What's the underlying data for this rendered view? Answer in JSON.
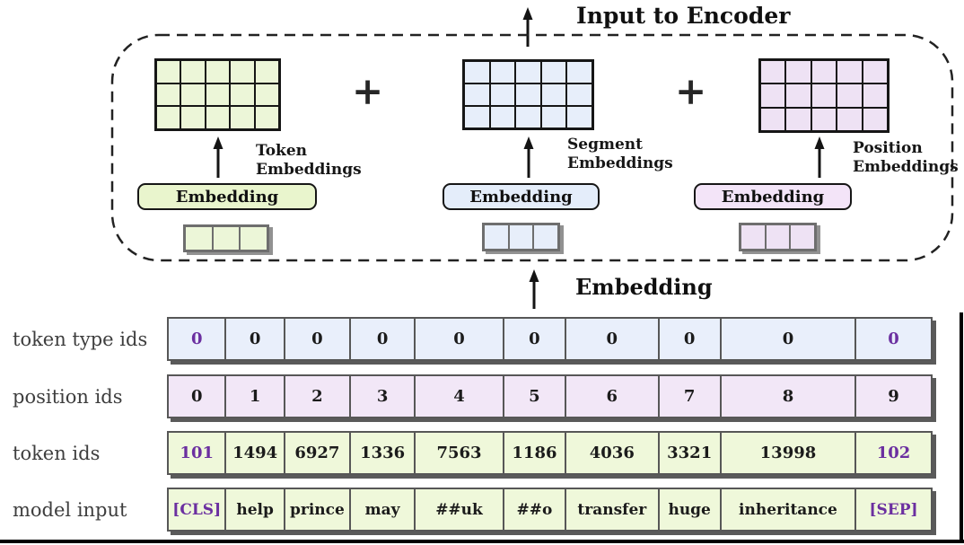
{
  "diagram": {
    "title": "Input to Encoder",
    "plus_sign": "+",
    "bottom_label": "Embedding",
    "blocks": [
      {
        "name": "token",
        "label_line1": "Token",
        "label_line2": "Embeddings",
        "button_label": "Embedding"
      },
      {
        "name": "segment",
        "label_line1": "Segment",
        "label_line2": "Embeddings",
        "button_label": "Embedding"
      },
      {
        "name": "position",
        "label_line1": "Position",
        "label_line2": "Embeddings",
        "button_label": "Embedding"
      }
    ]
  },
  "table": {
    "rows": [
      {
        "label": "token type ids",
        "cells": [
          "0",
          "0",
          "0",
          "0",
          "0",
          "0",
          "0",
          "0",
          "0",
          "0"
        ]
      },
      {
        "label": "position ids",
        "cells": [
          "0",
          "1",
          "2",
          "3",
          "4",
          "5",
          "6",
          "7",
          "8",
          "9"
        ]
      },
      {
        "label": "token ids",
        "cells": [
          "101",
          "1494",
          "6927",
          "1336",
          "7563",
          "1186",
          "4036",
          "3321",
          "13998",
          "102"
        ]
      },
      {
        "label": "model input",
        "cells": [
          "[CLS]",
          "help",
          "prince",
          "may",
          "##uk",
          "##o",
          "transfer",
          "huge",
          "inheritance",
          "[SEP]"
        ]
      }
    ]
  },
  "colors": {
    "token_green": "#ecf6d8",
    "segment_blue": "#e7eefa",
    "position_purple": "#eee2f4",
    "special_token_text": "#6b2fa0",
    "row_border": "#575757"
  }
}
